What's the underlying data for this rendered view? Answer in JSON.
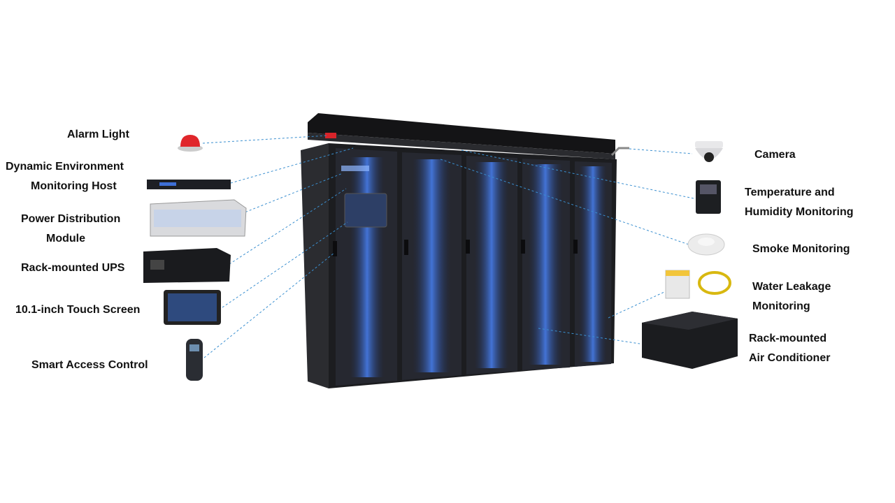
{
  "left_labels": {
    "alarm_light": "Alarm Light",
    "monitoring_host_1": "Dynamic Environment",
    "monitoring_host_2": "Monitoring Host",
    "pdu_1": "Power Distribution",
    "pdu_2": "Module",
    "ups": "Rack-mounted UPS",
    "touch_screen": "10.1-inch Touch Screen",
    "access_control": "Smart Access Control"
  },
  "right_labels": {
    "camera": "Camera",
    "temp_1": "Temperature and",
    "temp_2": "Humidity Monitoring",
    "smoke": "Smoke Monitoring",
    "water_1": "Water Leakage",
    "water_2": "Monitoring",
    "ac_1": "Rack-mounted",
    "ac_2": "Air Conditioner"
  },
  "colors": {
    "leader": "#3a8fd0",
    "cabinet": "#1c1d20",
    "glow": "#3f7dff"
  }
}
